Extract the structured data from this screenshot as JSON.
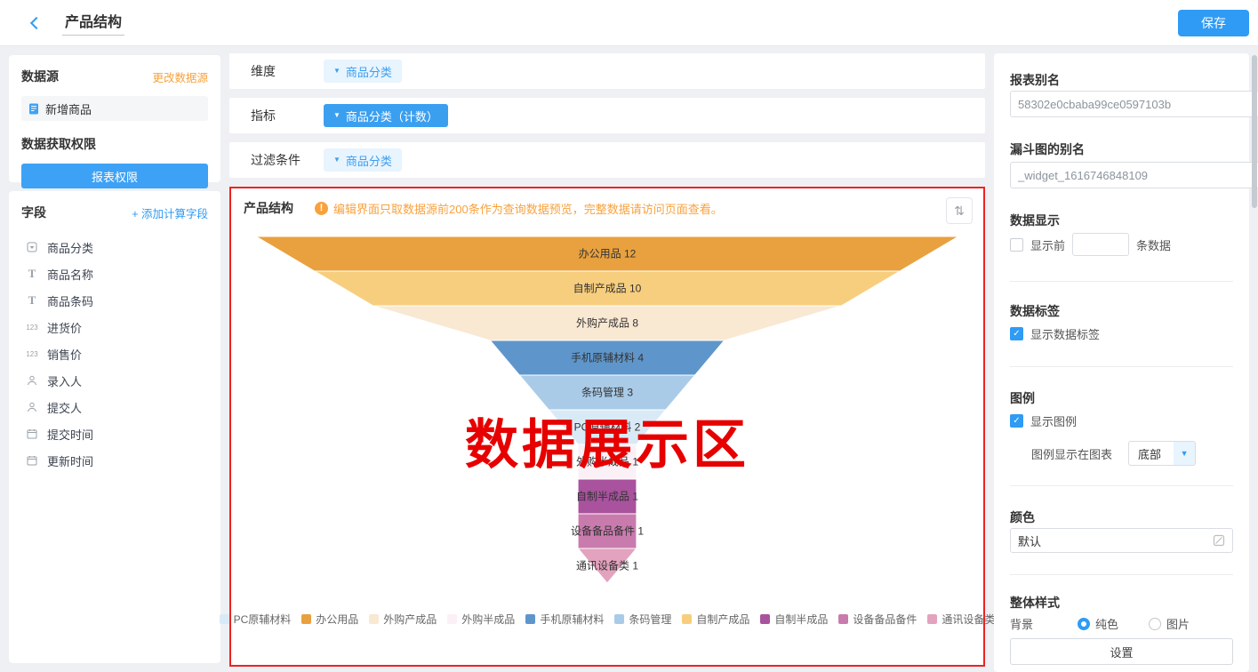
{
  "topbar": {
    "title": "产品结构",
    "save_label": "保存"
  },
  "datasource_panel": {
    "title": "数据源",
    "change_link": "更改数据源",
    "source_name": "新增商品",
    "permission_title": "数据获取权限",
    "permission_button": "报表权限"
  },
  "fields_panel": {
    "title": "字段",
    "add_link": "+ 添加计算字段",
    "fields": [
      {
        "icon": "select",
        "label": "商品分类"
      },
      {
        "icon": "text",
        "label": "商品名称"
      },
      {
        "icon": "text",
        "label": "商品条码"
      },
      {
        "icon": "number",
        "label": "进货价"
      },
      {
        "icon": "number",
        "label": "销售价"
      },
      {
        "icon": "person",
        "label": "录入人"
      },
      {
        "icon": "person",
        "label": "提交人"
      },
      {
        "icon": "calendar",
        "label": "提交时间"
      },
      {
        "icon": "calendar",
        "label": "更新时间"
      }
    ]
  },
  "config_rows": [
    {
      "label": "维度",
      "tags": [
        {
          "text": "商品分类",
          "style": "light"
        }
      ]
    },
    {
      "label": "指标",
      "tags": [
        {
          "text": "商品分类（计数）",
          "style": "solid"
        }
      ]
    },
    {
      "label": "过滤条件",
      "tags": [
        {
          "text": "商品分类",
          "style": "light"
        }
      ]
    }
  ],
  "chart_panel": {
    "title": "产品结构",
    "warning": "编辑界面只取数据源前200条作为查询数据预览，完整数据请访问页面查看。",
    "sort_icon": "⇅",
    "watermark": "数据展示区"
  },
  "chart_data": {
    "type": "funnel",
    "title": "产品结构",
    "max_value": 12,
    "data_labels": true,
    "legend_position": "bottom",
    "items": [
      {
        "name": "办公用品",
        "value": 12,
        "color": "#E8A13E"
      },
      {
        "name": "自制产成品",
        "value": 10,
        "color": "#F7CE7E"
      },
      {
        "name": "外购产成品",
        "value": 8,
        "color": "#F9E8D2"
      },
      {
        "name": "手机原辅材料",
        "value": 4,
        "color": "#5E96CB"
      },
      {
        "name": "条码管理",
        "value": 3,
        "color": "#A9CBE8"
      },
      {
        "name": "PC原辅材料",
        "value": 2,
        "color": "#D9EAF7"
      },
      {
        "name": "外购半成品",
        "value": 1,
        "color": "#FBF0F5"
      },
      {
        "name": "自制半成品",
        "value": 1,
        "color": "#A9529E"
      },
      {
        "name": "设备备品备件",
        "value": 1,
        "color": "#C97BAE"
      },
      {
        "name": "通讯设备类",
        "value": 1,
        "color": "#E3A2BE"
      }
    ],
    "legend": [
      "PC原辅材料",
      "办公用品",
      "外购产成品",
      "外购半成品",
      "手机原辅材料",
      "条码管理",
      "自制产成品",
      "自制半成品",
      "设备备品备件",
      "通讯设备类"
    ]
  },
  "settings_panel": {
    "report_alias_label": "报表别名",
    "report_alias_value": "58302e0cbaba99ce0597103b",
    "widget_alias_label": "漏斗图的别名",
    "widget_alias_value": "_widget_1616746848109",
    "data_display_title": "数据显示",
    "show_first_label": "显示前",
    "rows_suffix": "条数据",
    "data_label_title": "数据标签",
    "show_data_label": "显示数据标签",
    "legend_title": "图例",
    "show_legend": "显示图例",
    "legend_pos_label": "图例显示在图表",
    "legend_pos_value": "底部",
    "color_title": "颜色",
    "color_value": "默认",
    "overall_style_title": "整体样式",
    "background_label": "背景",
    "bg_solid": "纯色",
    "bg_image": "图片",
    "settings_button": "设置"
  },
  "colors": {
    "accent_blue": "#2F9BF5",
    "tag_light_bg": "#E8F4FE",
    "warning_orange": "#F9A13C",
    "highlight_red": "#EE2222",
    "watermark_red": "#E60000"
  }
}
